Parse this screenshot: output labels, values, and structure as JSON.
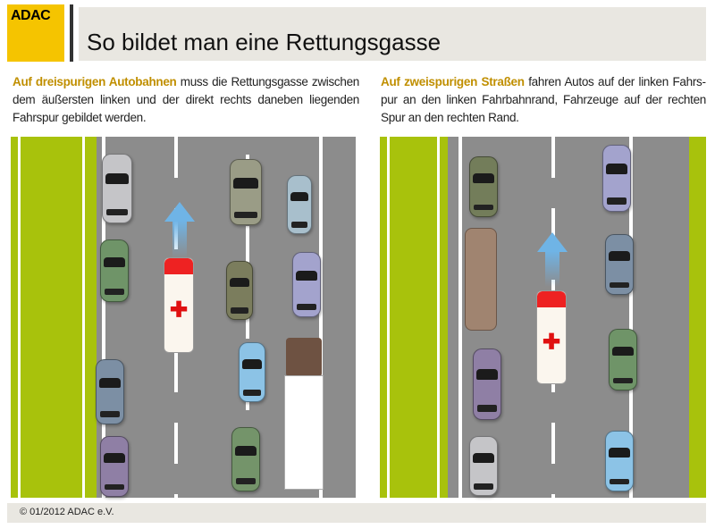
{
  "logo": {
    "text": "ADAC"
  },
  "header": {
    "title": "So bildet man eine Rettungsgasse"
  },
  "panels": [
    {
      "highlight": "Auf dreispurigen Autobahnen",
      "text": " muss die Rettungsgasse zwischen dem äußersten linken und der direkt rechts daneben liegenden Fahrspur gebildet werden."
    },
    {
      "highlight": "Auf zweispurigen Straßen",
      "text": " fahren Autos auf der linken Fahrs­pur an den linken Fahrbahnrand, Fahrzeuge auf der rechten Spur an den rechten Rand."
    }
  ],
  "footer": {
    "copyright": "© 01/2012 ADAC e.V."
  }
}
